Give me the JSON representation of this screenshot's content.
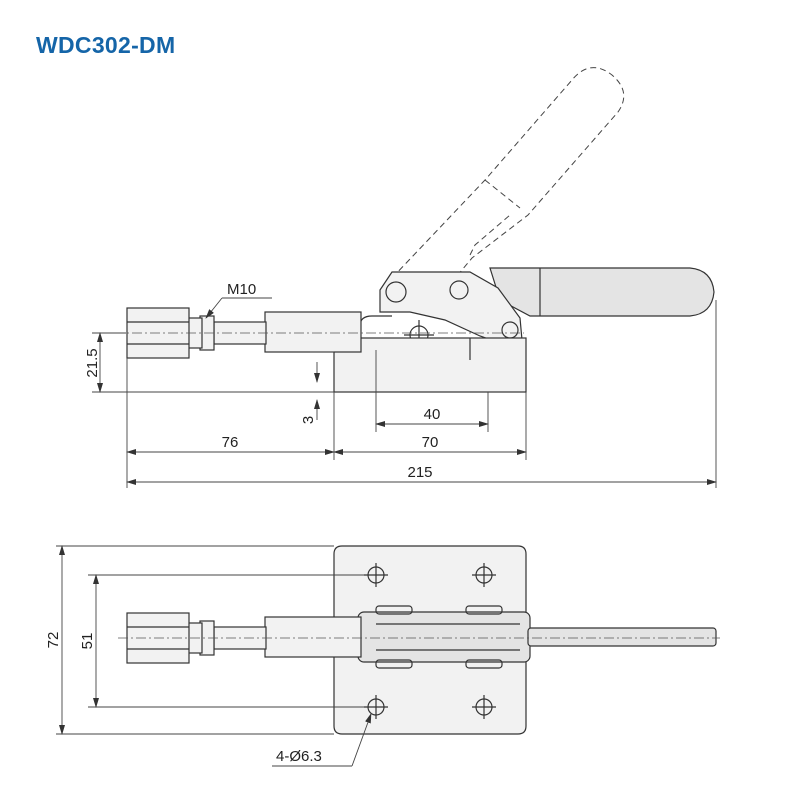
{
  "title": "WDC302-DM",
  "side_view": {
    "thread_label": "M10",
    "dim_height": "21.5",
    "dim_offset": "3",
    "dim_40": "40",
    "dim_76": "76",
    "dim_70": "70",
    "dim_total": "215"
  },
  "top_view": {
    "dim_width": "72",
    "dim_hole_spacing": "51",
    "hole_label": "4-Ø6.3"
  }
}
